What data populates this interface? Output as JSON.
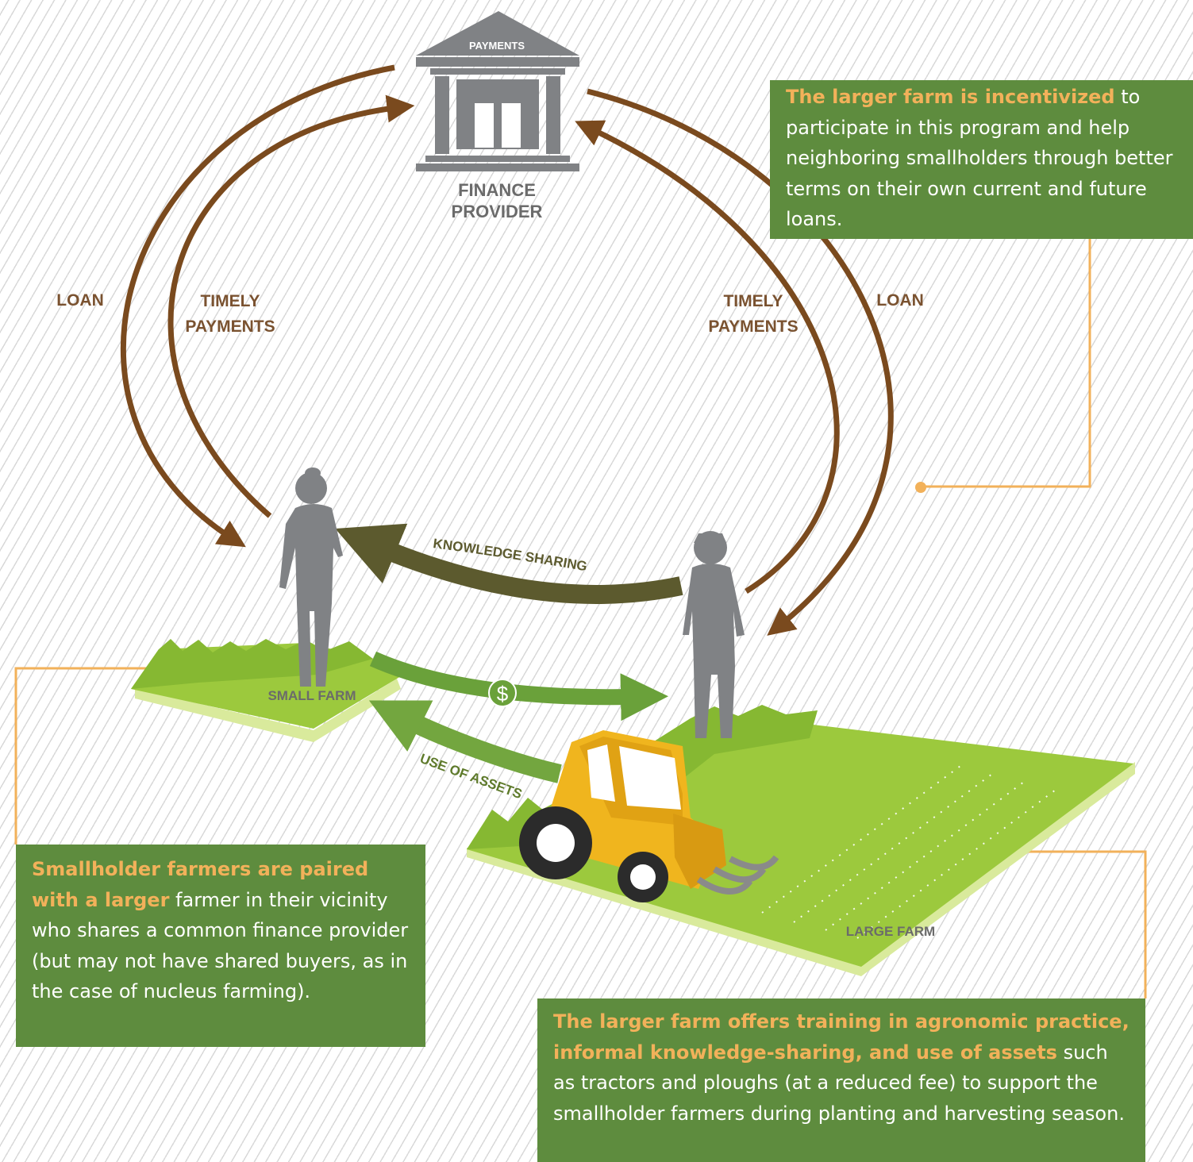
{
  "bank": {
    "roof_label": "PAYMENTS",
    "name_line1": "FINANCE",
    "name_line2": "PROVIDER"
  },
  "flows": {
    "left_loan": "LOAN",
    "left_timely_line1": "TIMELY",
    "left_timely_line2": "PAYMENTS",
    "right_timely_line1": "TIMELY",
    "right_timely_line2": "PAYMENTS",
    "right_loan": "LOAN",
    "knowledge_sharing": "KNOWLEDGE SHARING",
    "use_of_assets": "USE OF ASSETS",
    "dollar": "$"
  },
  "farms": {
    "small": "SMALL FARM",
    "large": "LARGE FARM"
  },
  "callouts": {
    "incentive": {
      "highlight": "The larger farm is incentivized",
      "text": " to participate in this program and help neighboring smallholders through better terms on their own current and future loans."
    },
    "paired": {
      "highlight": "Smallholder farmers are paired with a larger",
      "text": " farmer in their vicinity who shares a common finance provider (but may not have shared buyers, as in the case of nucleus farming)."
    },
    "offers": {
      "highlight": "The larger farm offers training in agronomic practice, informal knowledge-sharing, and use of assets",
      "text": " such as tractors and ploughs (at a reduced fee) to support the smallholder farmers during planting and harvesting season."
    }
  },
  "colors": {
    "loan_arrow": "#7a4a1e",
    "knowledge_arrow": "#5c5a2e",
    "money_arrow": "#6aa13a",
    "grass": "#9cc93d",
    "figure": "#808285",
    "callout_bg": "#5e8c3e",
    "highlight": "#f2b15a",
    "connector": "#f2b15a",
    "tractor": "#f0b51e"
  }
}
